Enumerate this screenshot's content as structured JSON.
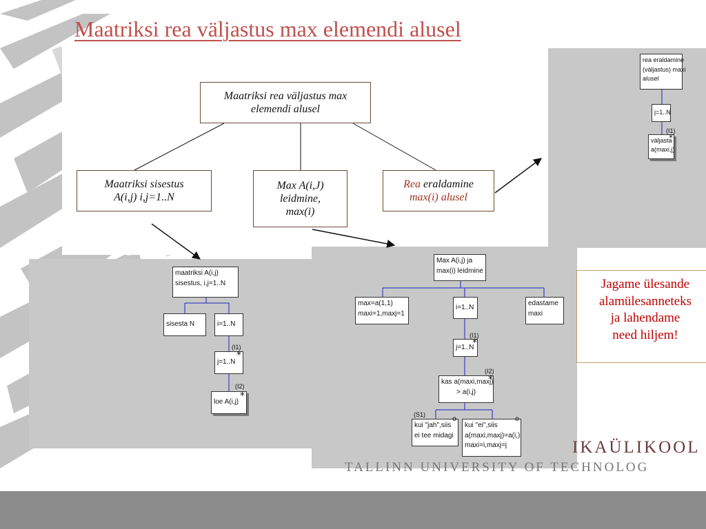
{
  "slide": {
    "title": "Maatriksi rea väljastus max elemendi alusel"
  },
  "main_tree": {
    "root": [
      "Maatriksi rea väljastus max",
      "elemendi alusel"
    ],
    "child1": [
      "Maatriksi sisestus",
      "A(i,j) i,j=1..N"
    ],
    "child2": [
      "Max A(i,J)",
      "leidmine,",
      "max(i)"
    ],
    "child3": {
      "accent": "Rea",
      "rest": " eraldamine",
      "line2": "max(i) alusel"
    }
  },
  "panel_left": {
    "root": [
      "maatriksi A(i,j)",
      "sisestus, i,j=1..N"
    ],
    "sisesta": "sisesta N",
    "loop_i": "i=1..N",
    "loop_j": "j=1..N",
    "loop_j_mark": "(I1)",
    "loe": "loe A(i,j)",
    "loe_mark": "(I2)",
    "star": "*"
  },
  "panel_mid": {
    "root": [
      "Max A(i,j) ja",
      "max(i) leidmine"
    ],
    "init": [
      "max=a(1,1)",
      "maxi=1,maxj=1"
    ],
    "loop_i": "i=1..N",
    "edastame": [
      "edastame",
      "maxi"
    ],
    "loop_j": "j=1..N",
    "loop_j_mark": "(I1)",
    "kas": [
      "kas a(maxi,maxj)",
      "> a(i,j)"
    ],
    "kas_mark": "(I2)",
    "jah": [
      "kui \"jah\",siis",
      "ei tee midagi"
    ],
    "jah_mark": "(S1)",
    "ei": [
      "kui \"ei\",siis",
      "a(maxi,maxj)=a(i,)",
      "maxi=i,maxj=j"
    ],
    "star": "*",
    "circle": "o"
  },
  "panel_right": {
    "root": [
      "rea eraldamine",
      "(väljastus) maxi",
      "alusel"
    ],
    "loop_j": "j=1..N",
    "valjasta": [
      "väljasta",
      "a(maxi,j)"
    ],
    "valjasta_mark": "(I1)",
    "star": "*"
  },
  "note": {
    "lines": [
      "Jagame ülesande",
      "alamülesanneteks",
      "ja lahendame",
      "need hiljem!"
    ]
  },
  "branding": {
    "univ": "IKAÜLIKOOL",
    "univ_en": "TALLINN UNIVERSITY OF TECHNOLOG"
  },
  "colors": {
    "title": "#c0504d",
    "accent": "#a0321f",
    "panel_bg": "#c8c8c8",
    "jsp_line": "#2020c0",
    "note_text": "#c00000"
  }
}
